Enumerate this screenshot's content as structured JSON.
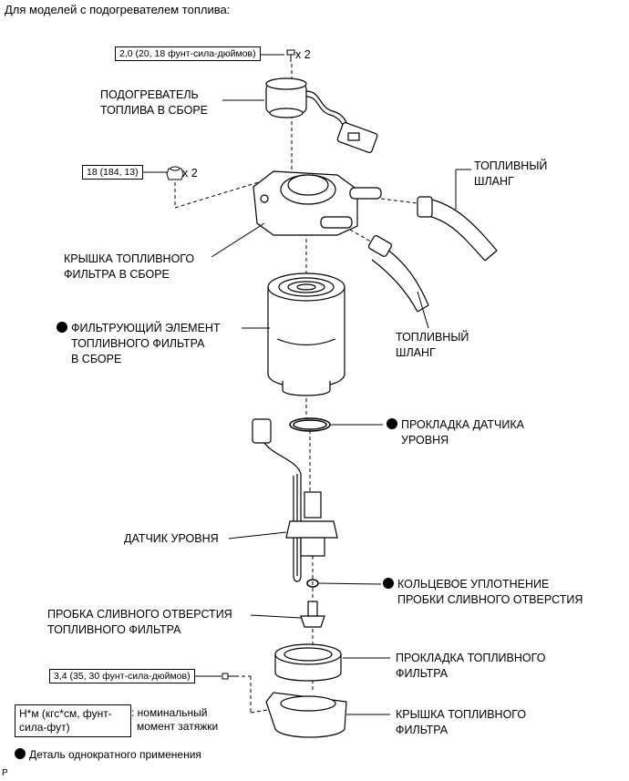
{
  "title": "Для моделей с подогревателем топлива:",
  "torques": {
    "heater_screw": "2,0 (20, 18 фунт-сила-дюймов)",
    "heater_screw_qty": "x 2",
    "cover_nut": "18 (184, 13)",
    "cover_nut_qty": "x 2",
    "drain_screw": "3,4 (35, 30 фунт-сила-дюймов)"
  },
  "labels": {
    "heater_l1": "ПОДОГРЕВАТЕЛЬ",
    "heater_l2": "ТОПЛИВА В СБОРЕ",
    "hose1_l1": "ТОПЛИВНЫЙ",
    "hose1_l2": "ШЛАНГ",
    "cover_l1": "КРЫШКА ТОПЛИВНОГО",
    "cover_l2": "ФИЛЬТРА В СБОРЕ",
    "hose2_l1": "ТОПЛИВНЫЙ",
    "hose2_l2": "ШЛАНГ",
    "element_l1": "ФИЛЬТРУЮЩИЙ ЭЛЕМЕНТ",
    "element_l2": "ТОПЛИВНОГО ФИЛЬТРА",
    "element_l3": "В СБОРЕ",
    "gasket_l1": "ПРОКЛАДКА ДАТЧИКА",
    "gasket_l2": "УРОВНЯ",
    "sensor": "ДАТЧИК УРОВНЯ",
    "oring_l1": "КОЛЬЦЕВОЕ УПЛОТНЕНИЕ",
    "oring_l2": "ПРОБКИ СЛИВНОГО ОТВЕРСТИЯ",
    "plug_l1": "ПРОБКА СЛИВНОГО ОТВЕРСТИЯ",
    "plug_l2": "ТОПЛИВНОГО ФИЛЬТРА",
    "fgasket_l1": "ПРОКЛАДКА ТОПЛИВНОГО",
    "fgasket_l2": "ФИЛЬТРА",
    "fcover_l1": "КРЫШКА ТОПЛИВНОГО",
    "fcover_l2": "ФИЛЬТРА"
  },
  "legend": {
    "unit_box": "Н*м (кгс*см, фунт-сила-фут)",
    "unit_desc_l1": ": номинальный",
    "unit_desc_l2": "момент затяжки",
    "nonreusable": "Деталь однократного применения"
  },
  "footer_code": "P"
}
